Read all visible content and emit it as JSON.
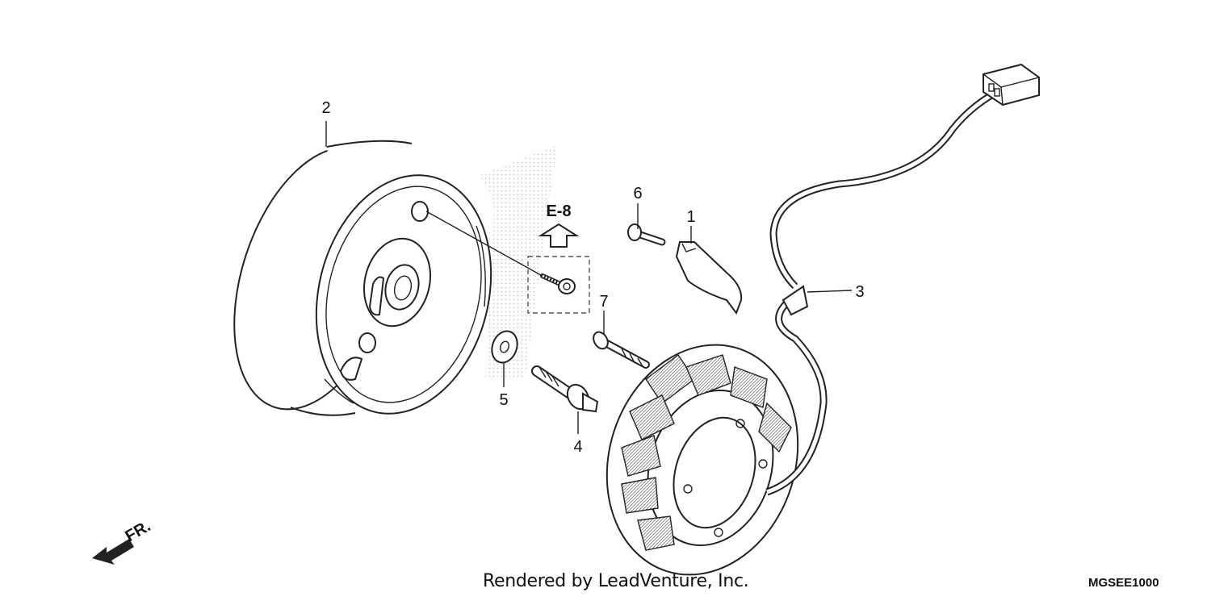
{
  "diagram": {
    "callouts": [
      {
        "id": "1",
        "text": "1"
      },
      {
        "id": "2",
        "text": "2"
      },
      {
        "id": "3",
        "text": "3"
      },
      {
        "id": "4",
        "text": "4"
      },
      {
        "id": "5",
        "text": "5"
      },
      {
        "id": "6",
        "text": "6"
      },
      {
        "id": "7",
        "text": "7"
      }
    ],
    "reference": "E-8",
    "direction_label": "FR.",
    "credit": "Rendered by LeadVenture, Inc.",
    "code": "MGSEE1000"
  },
  "parts": {
    "flywheel": "flywheel-icon",
    "stator": "stator-coil-icon",
    "bracket": "bracket-icon",
    "flange_bolt": "bolt-icon",
    "washer": "washer-icon",
    "wire_connector": "connector-icon",
    "forward_arrow": "arrow-icon"
  }
}
